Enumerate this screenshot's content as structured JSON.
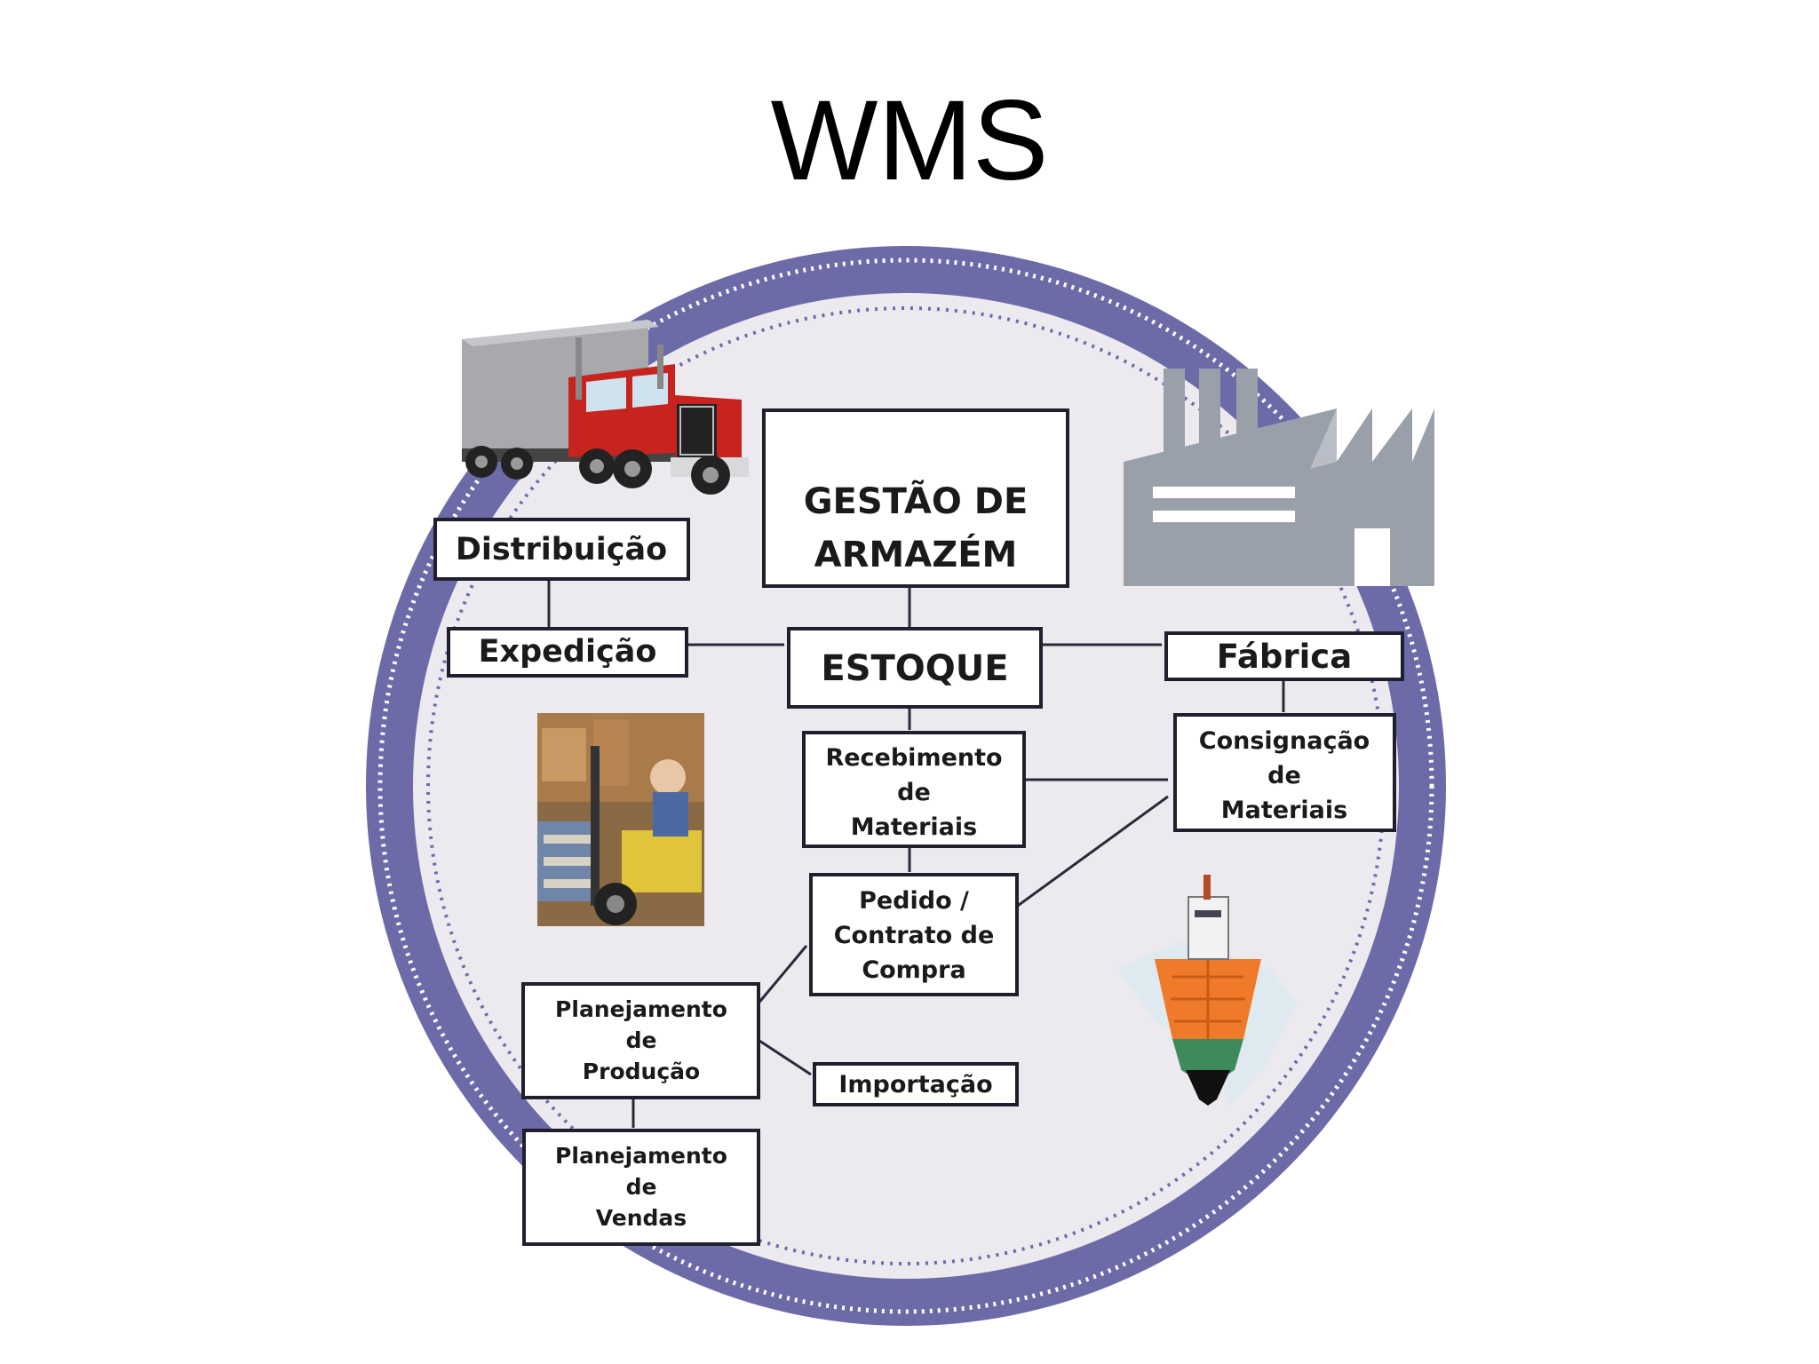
{
  "title": "WMS",
  "colors": {
    "ring": "#6d6aa8",
    "inner_disc": "#eceaef",
    "box_border": "#1f1f2e",
    "truck_cab": "#c7241f",
    "factory": "#9aa0aa",
    "ship_deck": "#ee7a2a"
  },
  "boxes": {
    "gestao": [
      "GESTÃO DE",
      "ARMAZÉM"
    ],
    "estoque": [
      "ESTOQUE"
    ],
    "distribuicao": [
      "Distribuição"
    ],
    "expedicao": [
      "Expedição"
    ],
    "fabrica": [
      "Fábrica"
    ],
    "recebimento": [
      "Recebimento",
      "de",
      "Materiais"
    ],
    "consignacao": [
      "Consignação",
      "de",
      "Materiais"
    ],
    "pedido": [
      "Pedido /",
      "Contrato de",
      "Compra"
    ],
    "planejamento_producao": [
      "Planejamento",
      "de",
      "Produção"
    ],
    "importacao": [
      "Importação"
    ],
    "planejamento_vendas": [
      "Planejamento",
      "de",
      "Vendas"
    ]
  },
  "icons": [
    "truck-icon",
    "factory-icon",
    "forklift-photo",
    "cargo-ship-icon"
  ]
}
